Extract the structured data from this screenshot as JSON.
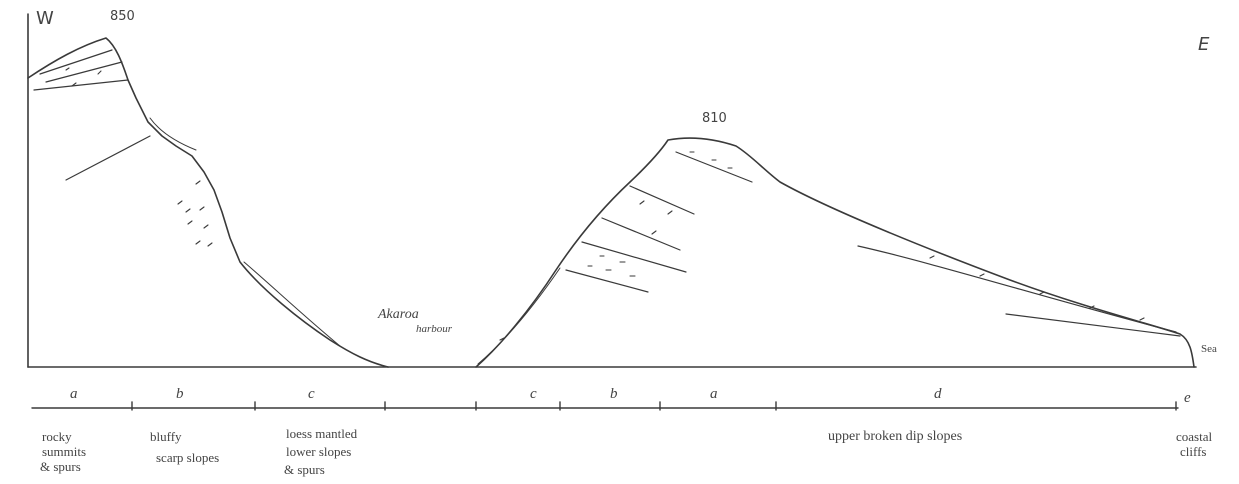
{
  "profile": {
    "west_label": "W",
    "east_label": "E",
    "peak_west": "850",
    "peak_east": "810",
    "harbour_line1": "Akaroa",
    "harbour_line2": "harbour",
    "sea_label": "Sea"
  },
  "zones": [
    {
      "letter": "a",
      "desc": [
        "rocky",
        "summits",
        "& spurs"
      ]
    },
    {
      "letter": "b",
      "desc": [
        "bluffy",
        "scarp slopes"
      ]
    },
    {
      "letter": "c",
      "desc": [
        "loess mantled",
        "lower slopes",
        "& spurs"
      ]
    },
    {
      "letter": "c",
      "desc": []
    },
    {
      "letter": "b",
      "desc": []
    },
    {
      "letter": "a",
      "desc": []
    },
    {
      "letter": "d",
      "desc": [
        "upper broken dip slopes"
      ]
    },
    {
      "letter": "e",
      "desc": [
        "coastal",
        "cliffs"
      ]
    }
  ],
  "colors": {
    "ink": "#3a3a3a",
    "paper": "#ffffff"
  }
}
